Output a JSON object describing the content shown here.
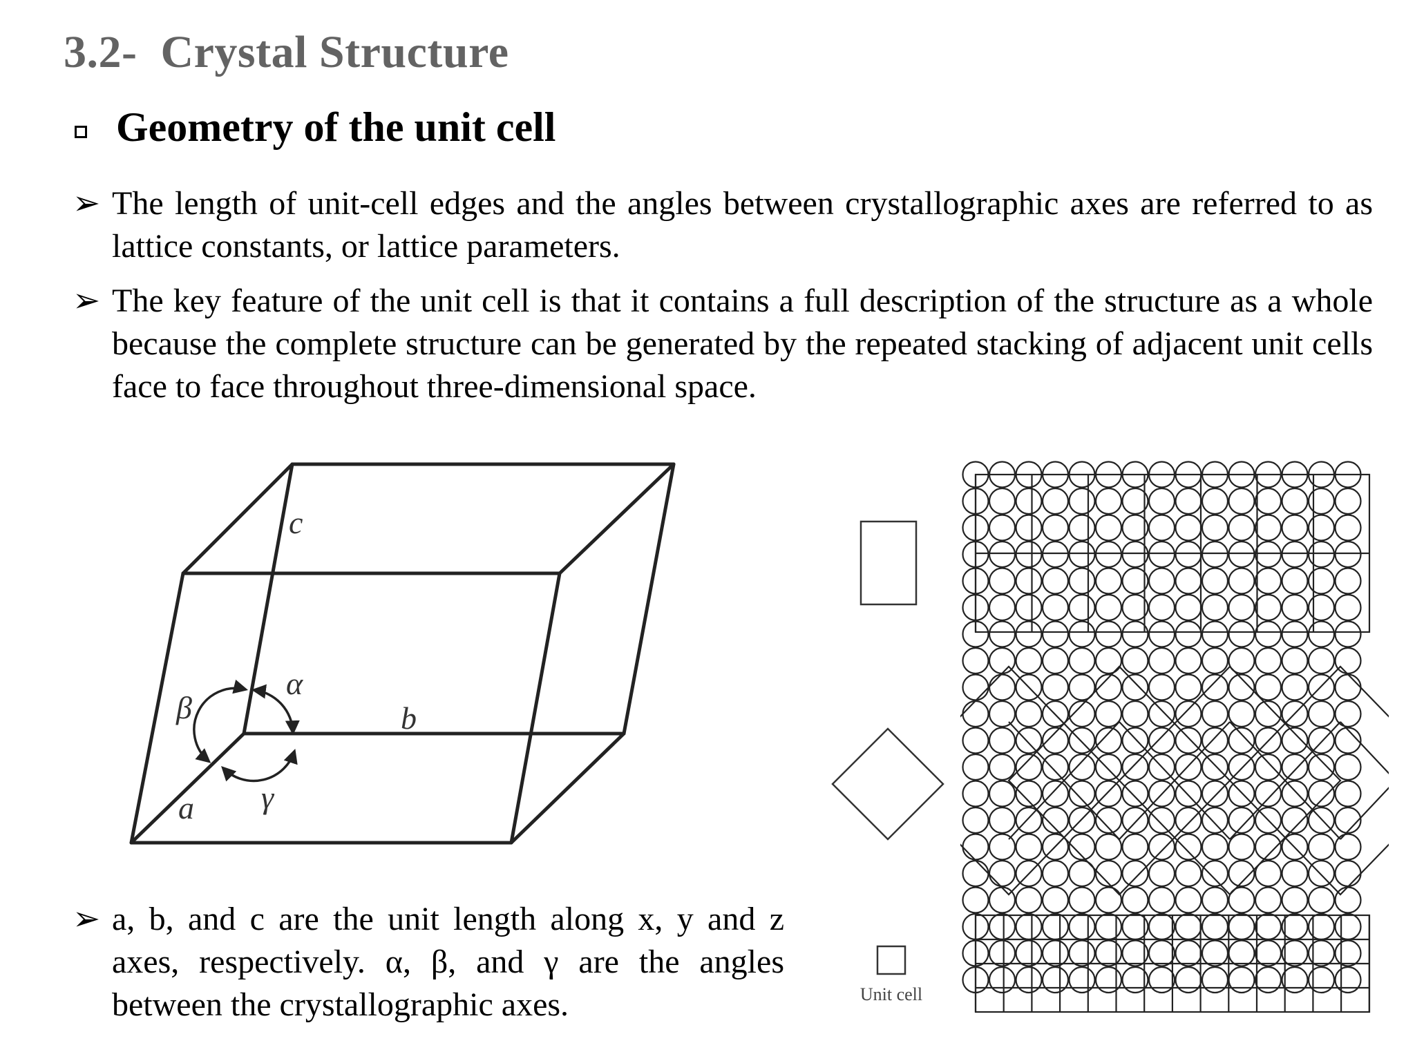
{
  "slide": {
    "title": "3.2-  Crystal Structure",
    "subtitle": "Geometry of the unit cell"
  },
  "bullets": [
    {
      "symbol": "➢",
      "text": "The length of unit-cell edges and the angles between crystallographic axes are referred to as lattice constants, or lattice parameters."
    },
    {
      "symbol": "➢",
      "text": "The key feature of the unit cell is that it contains a full description of the structure as a whole because the complete structure can be generated by the repeated stacking of adjacent unit cells face to face throughout three-dimensional space."
    },
    {
      "symbol": "➢",
      "text": "a, b, and c are the unit length along x, y and z axes, respectively. α, β, and γ are the angles between the crystallographic axes."
    }
  ],
  "unit_cell_figure": {
    "labels": {
      "a": "a",
      "b": "b",
      "c": "c",
      "alpha": "α",
      "beta": "β",
      "gamma": "γ"
    }
  },
  "lattice_figure": {
    "caption": "Unit cell"
  }
}
